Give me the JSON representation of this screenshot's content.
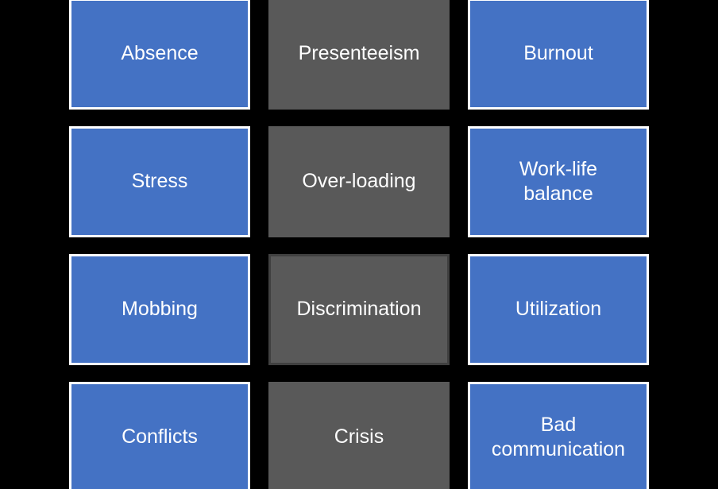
{
  "canvas": {
    "background": "#000000"
  },
  "colors": {
    "blue_fill": "#4472C4",
    "blue_border": "#FFFFFF",
    "gray_fill": "#595959",
    "gray_border": "#404040",
    "text": "#FFFFFF"
  },
  "grid": {
    "rows": 4,
    "columns": 3,
    "cells": [
      {
        "label": "Absence",
        "variant": "blue"
      },
      {
        "label": "Presenteeism",
        "variant": "gray"
      },
      {
        "label": "Burnout",
        "variant": "blue"
      },
      {
        "label": "Stress",
        "variant": "blue"
      },
      {
        "label": "Over-loading",
        "variant": "gray"
      },
      {
        "label": "Work-life\nbalance",
        "variant": "blue"
      },
      {
        "label": "Mobbing",
        "variant": "blue"
      },
      {
        "label": "Discrimination",
        "variant": "gray-bordered"
      },
      {
        "label": "Utilization",
        "variant": "blue"
      },
      {
        "label": "Conflicts",
        "variant": "blue"
      },
      {
        "label": "Crisis",
        "variant": "gray"
      },
      {
        "label": "Bad\ncommunication",
        "variant": "blue"
      }
    ]
  }
}
